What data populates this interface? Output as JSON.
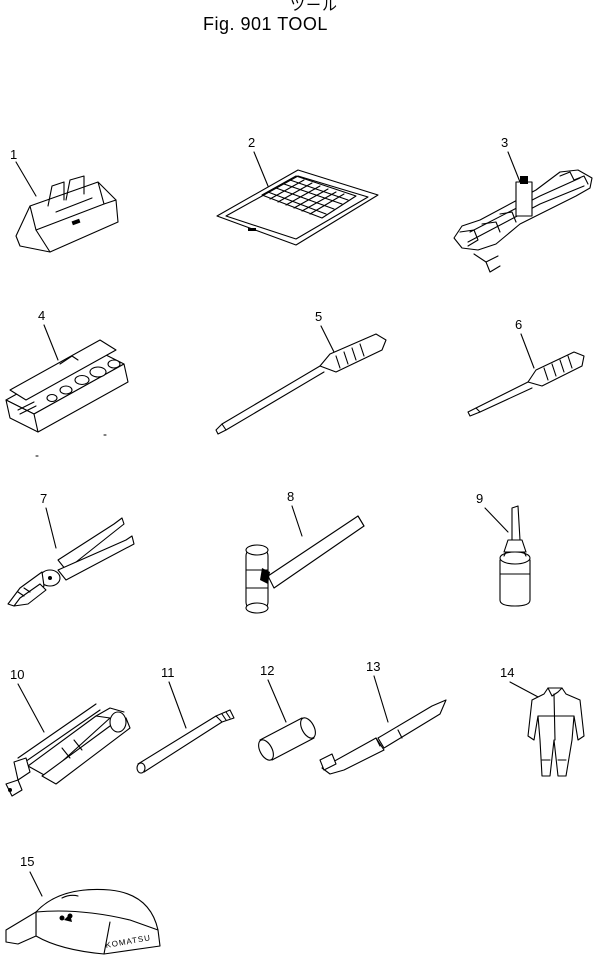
{
  "header": {
    "jp_title": "ツール",
    "fig_title": "Fig. 901  TOOL"
  },
  "items": [
    {
      "no": "1",
      "icon": "tool-bag-icon"
    },
    {
      "no": "2",
      "icon": "chart-sheet-icon"
    },
    {
      "no": "3",
      "icon": "wrench-set-icon"
    },
    {
      "no": "4",
      "icon": "socket-set-case-icon"
    },
    {
      "no": "5",
      "icon": "screwdriver-large-icon"
    },
    {
      "no": "6",
      "icon": "screwdriver-small-icon"
    },
    {
      "no": "7",
      "icon": "pliers-icon"
    },
    {
      "no": "8",
      "icon": "hammer-icon"
    },
    {
      "no": "9",
      "icon": "oil-can-icon"
    },
    {
      "no": "10",
      "icon": "grease-gun-icon"
    },
    {
      "no": "11",
      "icon": "bar-icon"
    },
    {
      "no": "12",
      "icon": "cylinder-icon"
    },
    {
      "no": "13",
      "icon": "nozzle-tool-icon"
    },
    {
      "no": "14",
      "icon": "coverall-icon"
    },
    {
      "no": "15",
      "icon": "cap-icon"
    }
  ],
  "cap_brand": "KOMATSU"
}
